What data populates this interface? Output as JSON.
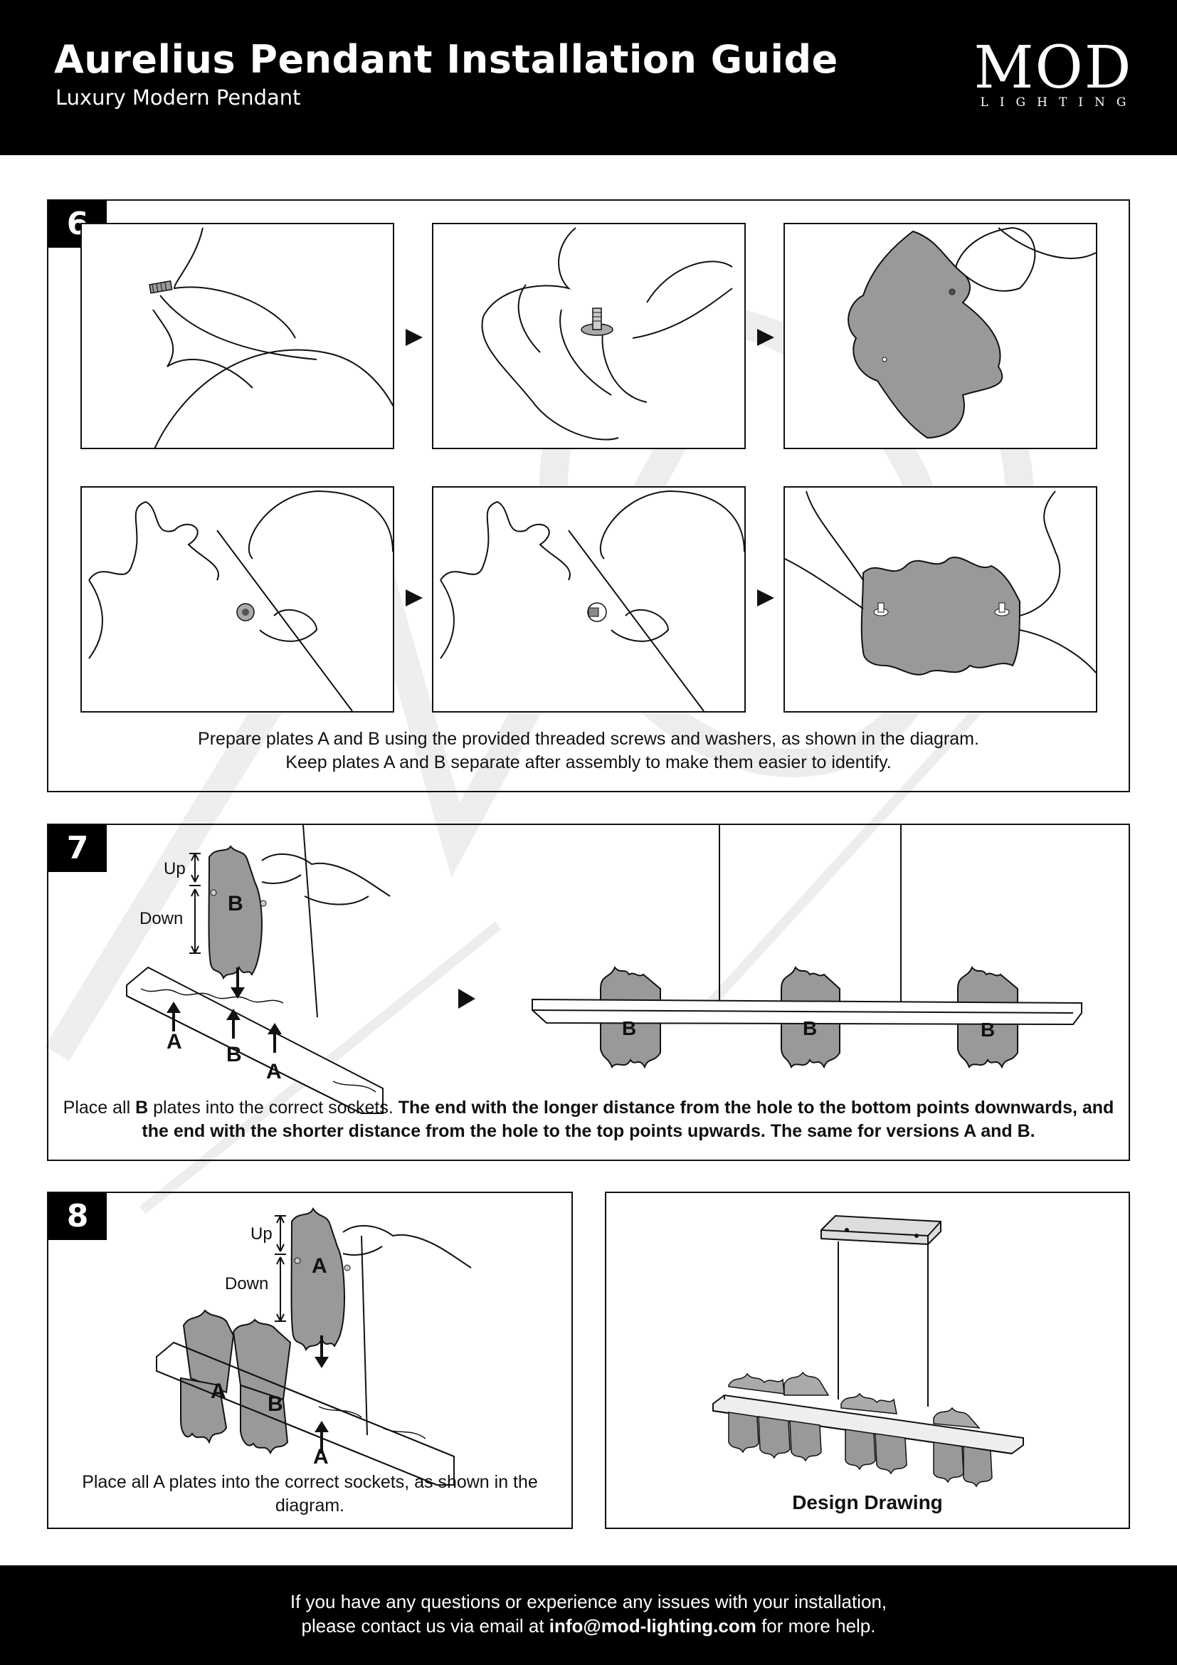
{
  "header": {
    "title": "Aurelius Pendant Installation Guide",
    "subtitle": "Luxury Modern Pendant",
    "logo_main": "MOD",
    "logo_sub": "LIGHTING"
  },
  "step6": {
    "number": "6",
    "caption_line1": "Prepare plates A and B using the provided threaded screws and washers, as shown in the diagram.",
    "caption_line2": "Keep plates A and B separate after assembly to make them easier to identify."
  },
  "step7": {
    "number": "7",
    "label_up": "Up",
    "label_down": "Down",
    "plate_b": "B",
    "socket_a": "A",
    "socket_b": "B",
    "caption_pre": "Place all ",
    "caption_bold_b": "B",
    "caption_mid": " plates into the correct sockets. ",
    "caption_bold_rest": "The end with the longer distance from the hole to the bottom points downwards, and the end with the shorter distance from the hole to the top points upwards. The same for versions A and B."
  },
  "step8": {
    "number": "8",
    "label_up": "Up",
    "label_down": "Down",
    "plate_a": "A",
    "plate_b": "B",
    "socket_a": "A",
    "caption": "Place all A plates into the correct sockets, as shown in the diagram."
  },
  "design": {
    "caption": "Design Drawing"
  },
  "footer": {
    "line1": "If you have any questions or experience any issues with your installation,",
    "line2_pre": "please contact us via email at ",
    "email": "info@mod-lighting.com",
    "line2_post": " for more help."
  }
}
